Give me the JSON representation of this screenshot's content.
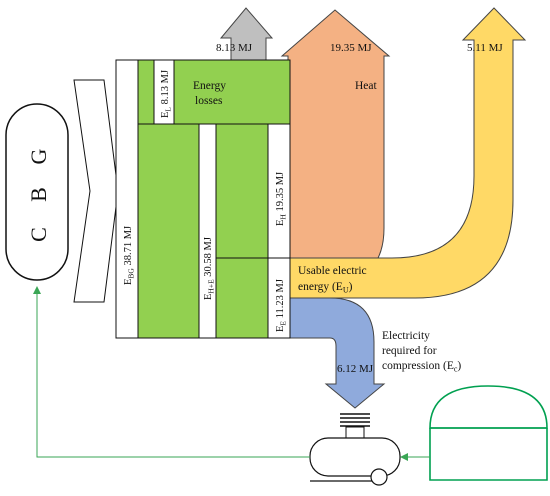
{
  "cbg": {
    "letters": [
      "C",
      "B",
      "G"
    ]
  },
  "labels": {
    "ebg": "E",
    "ebg_sub": "BG",
    "ebg_value": " 38.71 MJ",
    "el": "E",
    "el_sub": "L",
    "el_value": " 8.13 MJ",
    "ehe": "E",
    "ehe_sub": "H+E",
    "ehe_value": " 30.58 MJ",
    "eh": "E",
    "eh_sub": "H",
    "eh_value": " 19.35 MJ",
    "ee": "E",
    "ee_sub": "E",
    "ee_value": " 11.23 MJ",
    "losses_value": "8.13 MJ",
    "losses_line1": "Energy",
    "losses_line2": "losses",
    "heat_value": "19.35 MJ",
    "heat_label": "Heat",
    "usable_value": "5.11 MJ",
    "usable_line1": "Usable electric",
    "usable_line2": "energy (E",
    "usable_sub": "U",
    "usable_close": ")",
    "compression_value": "6.12 MJ",
    "compression_line1": "Electricity",
    "compression_line2": "required for",
    "compression_line3": "compression (E",
    "compression_sub": "c",
    "compression_close": ")"
  },
  "colors": {
    "green_fill": "#92d050",
    "gray_fill": "#bfbfbf",
    "heat_fill": "#f4b183",
    "usable_fill": "#ffd966",
    "compression_fill": "#8faadc",
    "feedback_line": "#3aa655",
    "digester_line": "#00a050"
  }
}
